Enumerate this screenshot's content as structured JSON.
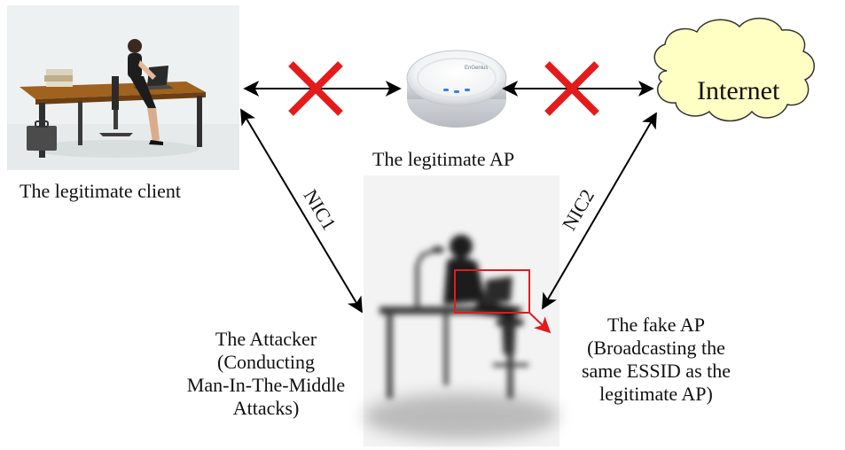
{
  "nodes": {
    "client": {
      "label": "The legitimate client"
    },
    "ap": {
      "label": "The legitimate AP"
    },
    "internet": {
      "label": "Internet"
    },
    "attacker": {
      "lines": [
        "The Attacker",
        "(Conducting",
        "Man-In-The-Middle",
        "Attacks)"
      ]
    },
    "fake_ap": {
      "lines": [
        "The fake AP",
        "(Broadcasting the",
        "same ESSID as the",
        "legitimate AP)"
      ]
    }
  },
  "links": {
    "nic1": "NIC1",
    "nic2": "NIC2"
  },
  "colors": {
    "cross": "#e31b1b",
    "cloud_fill": "#ffffc4",
    "highlight_box": "#e31b1b",
    "arrow": "#000000"
  },
  "icons": {
    "blocked": "x-mark-icon",
    "cloud": "cloud-icon",
    "router": "access-point-icon"
  }
}
